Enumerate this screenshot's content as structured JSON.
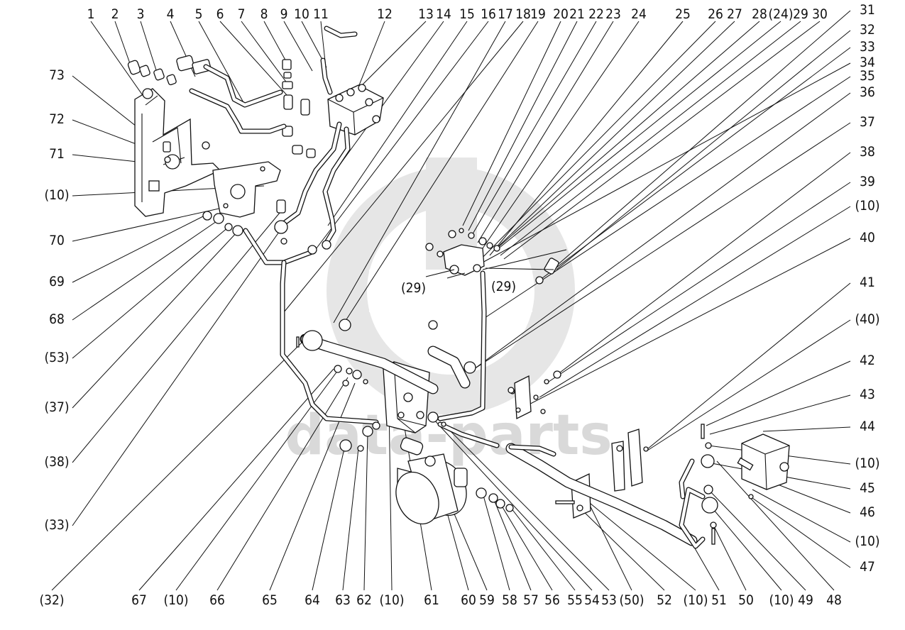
{
  "watermark": {
    "text": "data-parts"
  },
  "top_labels": [
    "1",
    "2",
    "3",
    "4",
    "5",
    "6",
    "7",
    "8",
    "9",
    "10",
    "11",
    "12",
    "13",
    "14",
    "15",
    "16",
    "17",
    "18",
    "19",
    "20",
    "21",
    "22",
    "23",
    "24",
    "25",
    "26",
    "27",
    "28",
    "(24)",
    "29",
    "30"
  ],
  "right_labels": [
    "31",
    "32",
    "33",
    "34",
    "35",
    "36",
    "37",
    "38",
    "39",
    "(10)",
    "40",
    "41",
    "(40)",
    "42",
    "43",
    "44",
    "(10)",
    "45",
    "46",
    "(10)",
    "47"
  ],
  "bottom_labels": [
    "(32)",
    "67",
    "(10)",
    "66",
    "65",
    "64",
    "63",
    "62",
    "(10)",
    "61",
    "60",
    "59",
    "58",
    "57",
    "56",
    "55",
    "54",
    "53",
    "(50)",
    "52",
    "(10)",
    "51",
    "50",
    "(10)",
    "49",
    "48"
  ],
  "left_labels": [
    "73",
    "72",
    "71",
    "(10)",
    "70",
    "69",
    "68",
    "(53)",
    "(37)",
    "(38)",
    "(33)"
  ],
  "callouts": [
    "(29)",
    "(29)"
  ]
}
